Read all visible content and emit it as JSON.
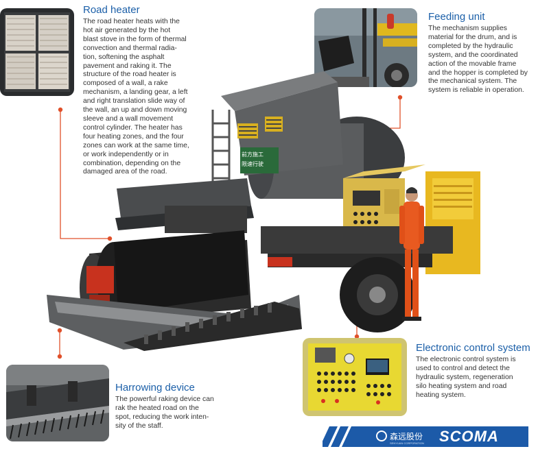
{
  "sections": {
    "road_heater": {
      "title": "Road heater",
      "lines": [
        "The road heater heats with the",
        "hot air generated by the hot",
        "blast stove in the form of thermal",
        "convection and thermal radia-",
        "tion, softening the asphalt",
        "pavement and raking it. The",
        "structure of the road heater is",
        "composed of a wall, a rake",
        "mechanism, a landing gear, a left",
        "and right translation slide way of",
        "the wall, an up and down moving",
        "sleeve and a wall movement",
        "control cylinder. The heater has",
        "four heating zones, and the four",
        "zones can work at the same time,",
        "or work independently or in",
        "combination, depending on the",
        "damaged area of the road."
      ]
    },
    "feeding_unit": {
      "title": "Feeding unit",
      "lines": [
        "The mechanism supplies",
        "material for the drum, and is",
        "completed by the hydraulic",
        "system, and the coordinated",
        "action of the movable frame",
        "and the hopper is completed by",
        "the mechanical system. The",
        "system is reliable in operation."
      ]
    },
    "electronic_control": {
      "title": "Electronic control system",
      "lines": [
        "The electronic control system is",
        "used to control and detect the",
        "hydraulic system, regeneration",
        "silo heating system and road",
        "heating system."
      ]
    },
    "harrowing_device": {
      "title": "Harrowing device",
      "lines": [
        "The powerful raking device can",
        "rak the heated road on the",
        "spot, reducing the work inten-",
        "sity of the staff."
      ]
    }
  },
  "machine_signs": {
    "sign_1": "前方施工",
    "sign_2": "限速行驶"
  },
  "brand": {
    "name_cn": "森远股份",
    "name_sub": "SENYUAN CORPORATION",
    "name_en": "SCOMA"
  },
  "colors": {
    "heading": "#1b5fa8",
    "body_text": "#333333",
    "leader_line": "#e0502a",
    "brand_blue": "#1c5aa8",
    "machine_yellow": "#e8b820",
    "worker_orange": "#e85a20"
  }
}
